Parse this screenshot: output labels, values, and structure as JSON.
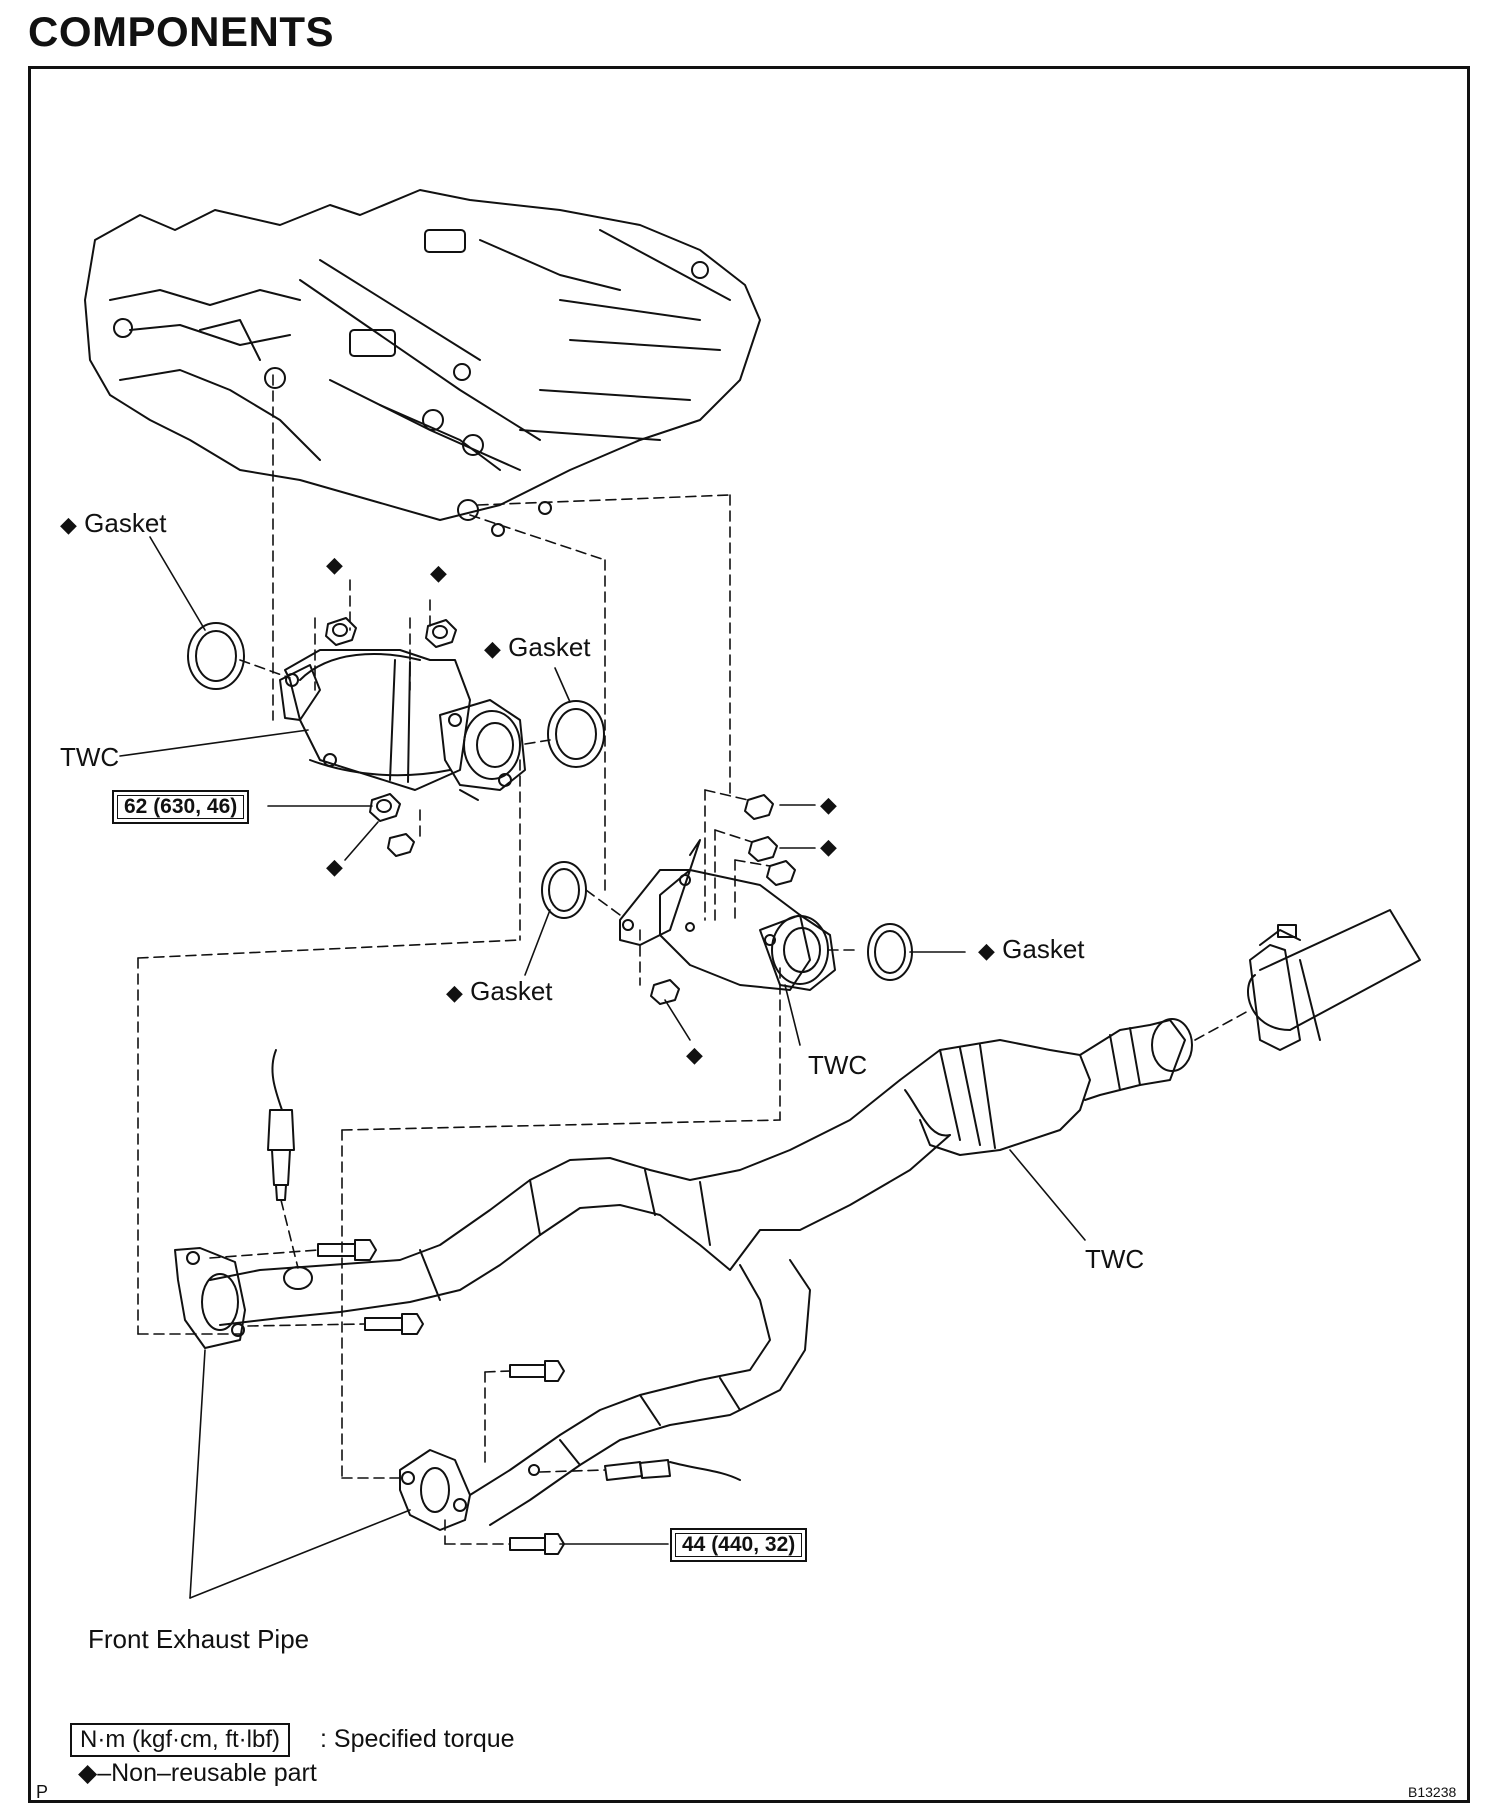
{
  "page": {
    "title": "COMPONENTS"
  },
  "diagram": {
    "labels": {
      "gasket_1": "Gasket",
      "gasket_2": "Gasket",
      "gasket_3": "Gasket",
      "gasket_4": "Gasket",
      "twc_1": "TWC",
      "twc_2": "TWC",
      "twc_3": "TWC",
      "front_exhaust_pipe": "Front Exhaust Pipe"
    },
    "non_reusable_mark": "◆",
    "torque_1": "62 (630, 46)",
    "torque_2": "44 (440, 32)"
  },
  "legend": {
    "torque_units": "N·m (kgf·cm, ft·lbf)",
    "torque_desc": ": Specified torque",
    "non_reusable": "◆–Non–reusable part"
  },
  "corner": {
    "left": "P",
    "right": "B13238"
  }
}
